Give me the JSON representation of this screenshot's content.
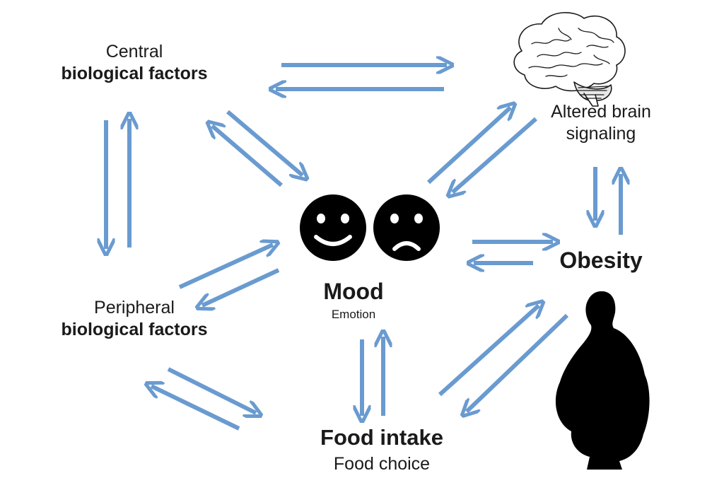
{
  "nodes": {
    "central": {
      "line1": "Central",
      "line2": "biological factors"
    },
    "peripheral": {
      "line1": "Peripheral",
      "line2": "biological factors"
    },
    "brain": {
      "line1": "Altered brain",
      "line2": "signaling",
      "icon": "brain-icon"
    },
    "obesity": {
      "label": "Obesity",
      "icon": "obese-silhouette-icon"
    },
    "mood": {
      "label": "Mood",
      "sublabel": "Emotion",
      "icons": [
        "happy-face-icon",
        "sad-face-icon"
      ]
    },
    "food": {
      "label": "Food intake",
      "sublabel": "Food choice"
    }
  },
  "colors": {
    "arrow": "#6a9bd0",
    "ink": "#000000"
  },
  "connections": [
    {
      "from": "central",
      "to": "brain",
      "bidirectional": true
    },
    {
      "from": "central",
      "to": "peripheral",
      "bidirectional": true
    },
    {
      "from": "central",
      "to": "mood",
      "bidirectional": true
    },
    {
      "from": "brain",
      "to": "mood",
      "bidirectional": true
    },
    {
      "from": "brain",
      "to": "obesity",
      "bidirectional": true
    },
    {
      "from": "mood",
      "to": "obesity",
      "bidirectional": true
    },
    {
      "from": "peripheral",
      "to": "mood",
      "bidirectional": true
    },
    {
      "from": "mood",
      "to": "food",
      "bidirectional": true
    },
    {
      "from": "peripheral",
      "to": "food",
      "bidirectional": true
    },
    {
      "from": "food",
      "to": "obesity",
      "bidirectional": true
    }
  ]
}
